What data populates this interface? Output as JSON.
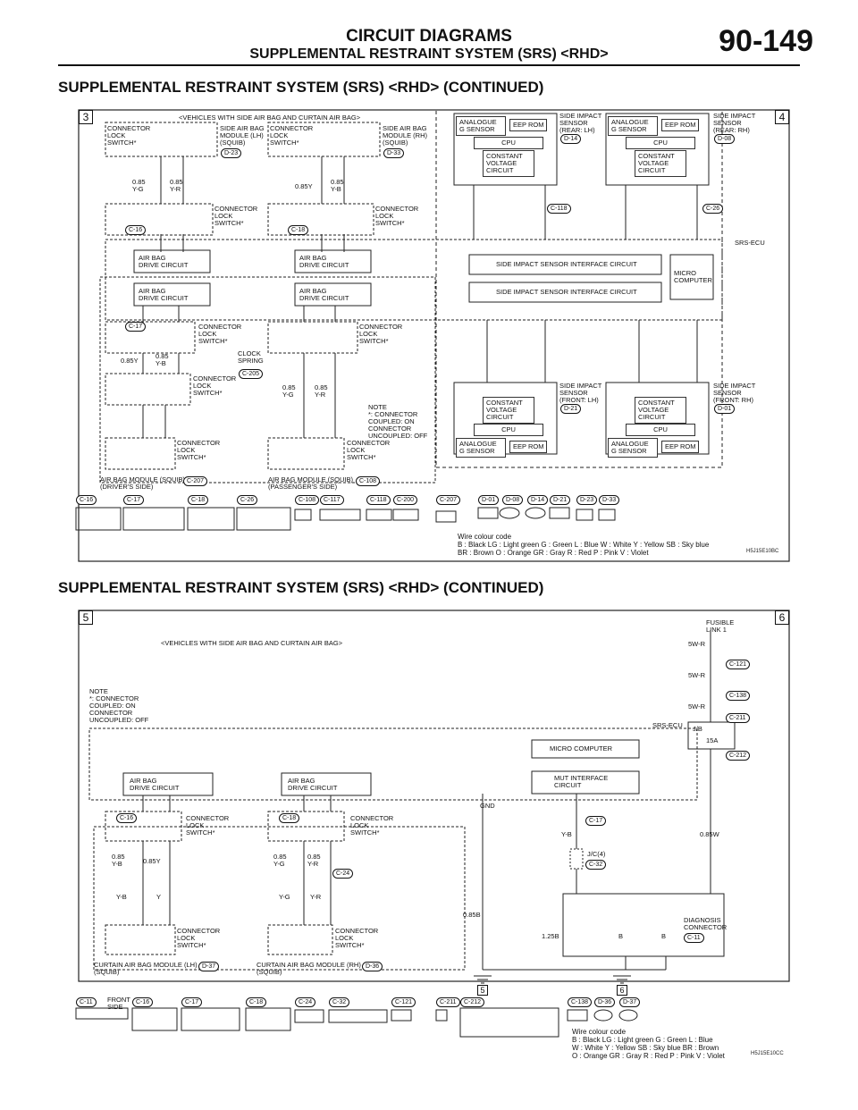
{
  "header": {
    "title": "CIRCUIT DIAGRAMS",
    "subtitle": "SUPPLEMENTAL RESTRAINT SYSTEM (SRS) <RHD>",
    "page_number": "90-149"
  },
  "section1": {
    "title": "SUPPLEMENTAL RESTRAINT SYSTEM (SRS) <RHD> (CONTINUED)",
    "tag_left": "3",
    "tag_right": "4",
    "banner": "<VEHICLES WITH SIDE AIR BAG AND CURTAIN AIR BAG>",
    "labels": {
      "side_lh": "SIDE AIR BAG\nMODULE (LH)\n(SQUIB)",
      "side_rh": "SIDE AIR BAG\nMODULE (RH)\n(SQUIB)",
      "ref_d23": "D-23",
      "ref_d33": "D-33",
      "cls": "CONNECTOR\nLOCK\nSWITCH*",
      "sensor_rear_lh": "SIDE IMPACT\nSENSOR\n(REAR: LH)",
      "sensor_rear_rh": "SIDE IMPACT\nSENSOR\n(REAR: RH)",
      "ref_d14": "D-14",
      "ref_d08": "D-08",
      "analogue": "ANALOGUE\nG SENSOR",
      "eep": "EEP ROM",
      "cpu": "CPU",
      "cvc": "CONSTANT\nVOLTAGE\nCIRCUIT",
      "srs_ecu": "SRS-ECU",
      "airbag_drive": "AIR BAG\nDRIVE CIRCUIT",
      "sis_interface": "SIDE IMPACT SENSOR INTERFACE CIRCUIT",
      "micro": "MICRO\nCOMPUTER",
      "clock_spring": "CLOCK\nSPRING",
      "ref_c205": "C-205",
      "sensor_front_lh": "SIDE IMPACT\nSENSOR\n(FRONT: LH)",
      "sensor_front_rh": "SIDE IMPACT\nSENSOR\n(FRONT: RH)",
      "ref_d21": "D-21",
      "ref_d01": "D-01",
      "note": "NOTE\n*: CONNECTOR\n   COUPLED: ON\n   CONNECTOR\n   UNCOUPLED: OFF",
      "airbag_driver": "AIR BAG MODULE (SQUIB)\n(DRIVER'S SIDE)",
      "ref_c207": "C-207",
      "airbag_pass": "AIR BAG MODULE (SQUIB)\n(PASSENGER'S SIDE)",
      "ref_c108": "C-108",
      "wire_g": "0.85\nY-G",
      "wire_r": "0.85\nY-R",
      "wire_y": "0.85Y",
      "wire_b": "0.85\nY-B",
      "ref_c16": "C-16",
      "ref_c17": "C-17",
      "ref_c18": "C-18",
      "ref_c118": "C-118",
      "ref_c26": "C-26",
      "image_code": "H5J15E10BC"
    },
    "connectors": [
      "C-16",
      "C-17",
      "C-18",
      "C-26",
      "C-108",
      "C-117",
      "C-118",
      "C-200",
      "C-207",
      "D-01",
      "D-08",
      "D-14",
      "D-21",
      "D-23",
      "D-33"
    ],
    "wire_colour": "Wire colour code\nB : Black     LG : Light green     G : Green     L : Blue     W : White     Y : Yellow     SB : Sky blue\nBR : Brown     O : Orange     GR : Gray     R : Red     P : Pink     V : Violet"
  },
  "section2": {
    "title": "SUPPLEMENTAL RESTRAINT SYSTEM (SRS) <RHD> (CONTINUED)",
    "tag_left": "5",
    "tag_right": "6",
    "banner": "<VEHICLES WITH SIDE AIR BAG AND CURTAIN AIR BAG>",
    "labels": {
      "note": "NOTE\n*: CONNECTOR\n   COUPLED: ON\n   CONNECTOR\n   UNCOUPLED: OFF",
      "fusible": "FUSIBLE\nLINK 1",
      "srs_ecu": "SRS-ECU",
      "micro": "MICRO COMPUTER",
      "mut": "MUT INTERFACE\nCIRCUIT",
      "airbag_drive": "AIR BAG\nDRIVE CIRCUIT",
      "cls": "CONNECTOR\nLOCK\nSWITCH*",
      "curtain_lh": "CURTAIN AIR BAG MODULE (LH)\n(SQUIB)",
      "curtain_rh": "CURTAIN AIR BAG MODULE (RH)\n(SQUIB)",
      "ref_d37": "D-37",
      "ref_d36": "D-36",
      "diag": "DIAGNOSIS\nCONNECTOR",
      "ref_c11": "C-11",
      "ref_c121": "C-121",
      "ref_c138": "C-138",
      "ref_c211": "C-211",
      "ref_c212": "C-212",
      "ref_c17": "C-17",
      "ref_c32": "C-32",
      "ref_c16": "C-16",
      "ref_c18": "C-18",
      "ref_c24": "C-24",
      "jb": "J/B",
      "fuse": "15A",
      "jc": "J/C(4)",
      "gnd": "GND",
      "wire_5wr": "5W-R",
      "wire_085w": "0.85W",
      "wire_085b": "0.85B",
      "wire_125b": "1.25B",
      "wire_yb": "Y-B",
      "wire_b": "B",
      "wire_085yb": "0.85\nY-B",
      "wire_085y": "0.85Y",
      "wire_085yg": "0.85\nY-G",
      "wire_085yr": "0.85\nY-R",
      "wire_y": "Y",
      "wire_yg": "Y-G",
      "wire_yr": "Y-R",
      "ground5": "5",
      "ground6": "6",
      "front_side": "FRONT\nSIDE",
      "image_code": "H5J15E10CC"
    },
    "connectors": [
      "C-11",
      "C-16",
      "C-17",
      "C-18",
      "C-24",
      "C-32",
      "C-121",
      "C-211",
      "C-212",
      "C-138",
      "D-36",
      "D-37"
    ],
    "wire_colour": "Wire colour code\nB : Black     LG : Light green     G : Green     L : Blue\nW : White     Y : Yellow     SB : Sky blue     BR : Brown\nO : Orange     GR : Gray     R : Red     P : Pink     V : Violet"
  }
}
